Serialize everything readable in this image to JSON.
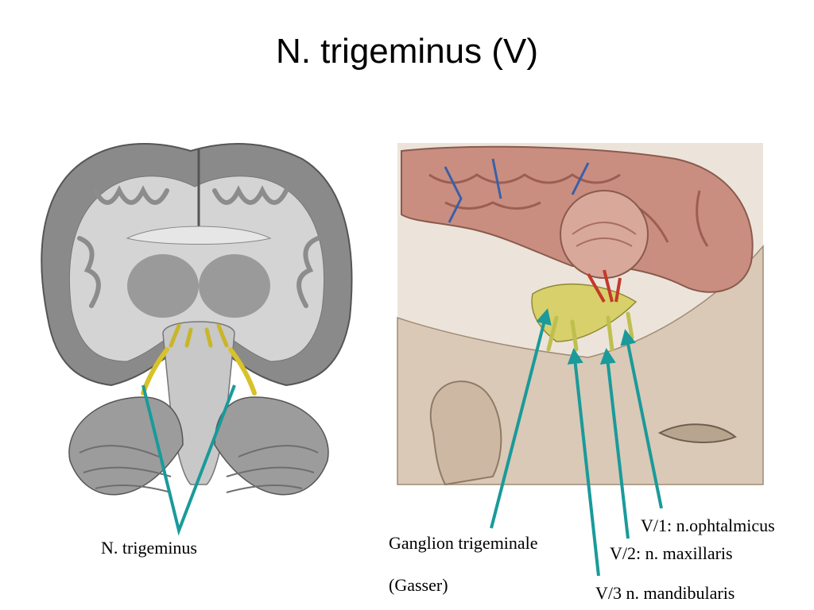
{
  "slide": {
    "title": "N. trigeminus (V)"
  },
  "labels": {
    "n_trigeminus": "N. trigeminus",
    "ganglion_line1": "Ganglion trigeminale",
    "ganglion_line2": "(Gasser)",
    "v1": "V/1: n.ophtalmicus",
    "v2": "V/2: n. maxillaris",
    "v3": "V/3 n. mandibularis"
  },
  "colors": {
    "pointer": "#1a9a9a",
    "nerve": "#d8c22a"
  }
}
